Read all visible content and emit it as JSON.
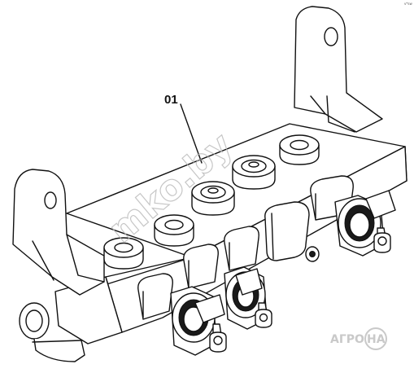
{
  "diagram": {
    "part_label": "01",
    "corner_mark": "v*sw",
    "watermark": "mko.by",
    "logo": {
      "left": "АГРО",
      "right": "НА"
    }
  }
}
